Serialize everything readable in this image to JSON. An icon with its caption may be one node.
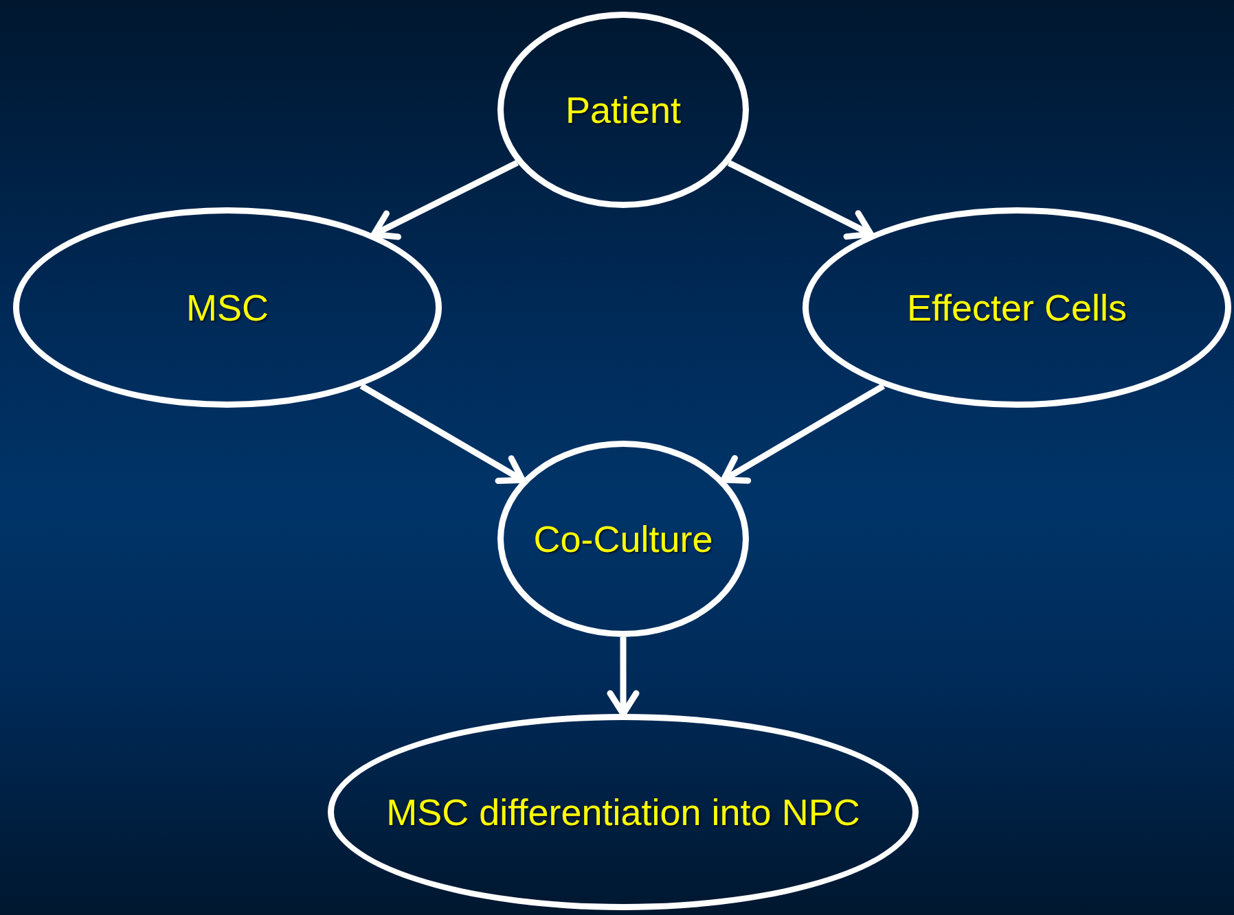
{
  "diagram": {
    "nodes": [
      {
        "text": [
          "Patient"
        ]
      },
      {
        "text": [
          "MSC"
        ]
      },
      {
        "text": [
          "Effecter Cells"
        ]
      },
      {
        "text": [
          "Co-Culture"
        ]
      },
      {
        "text": [
          "MSC differentiation into NPC"
        ]
      }
    ],
    "edges": [
      {
        "from": 0,
        "to": 1,
        "arrow": "to"
      },
      {
        "from": 0,
        "to": 2,
        "arrow": "to"
      },
      {
        "from": 1,
        "to": 3,
        "arrow": "to"
      },
      {
        "from": 2,
        "to": 3,
        "arrow": "to"
      },
      {
        "from": 3,
        "to": 4,
        "arrow": "to"
      }
    ]
  }
}
